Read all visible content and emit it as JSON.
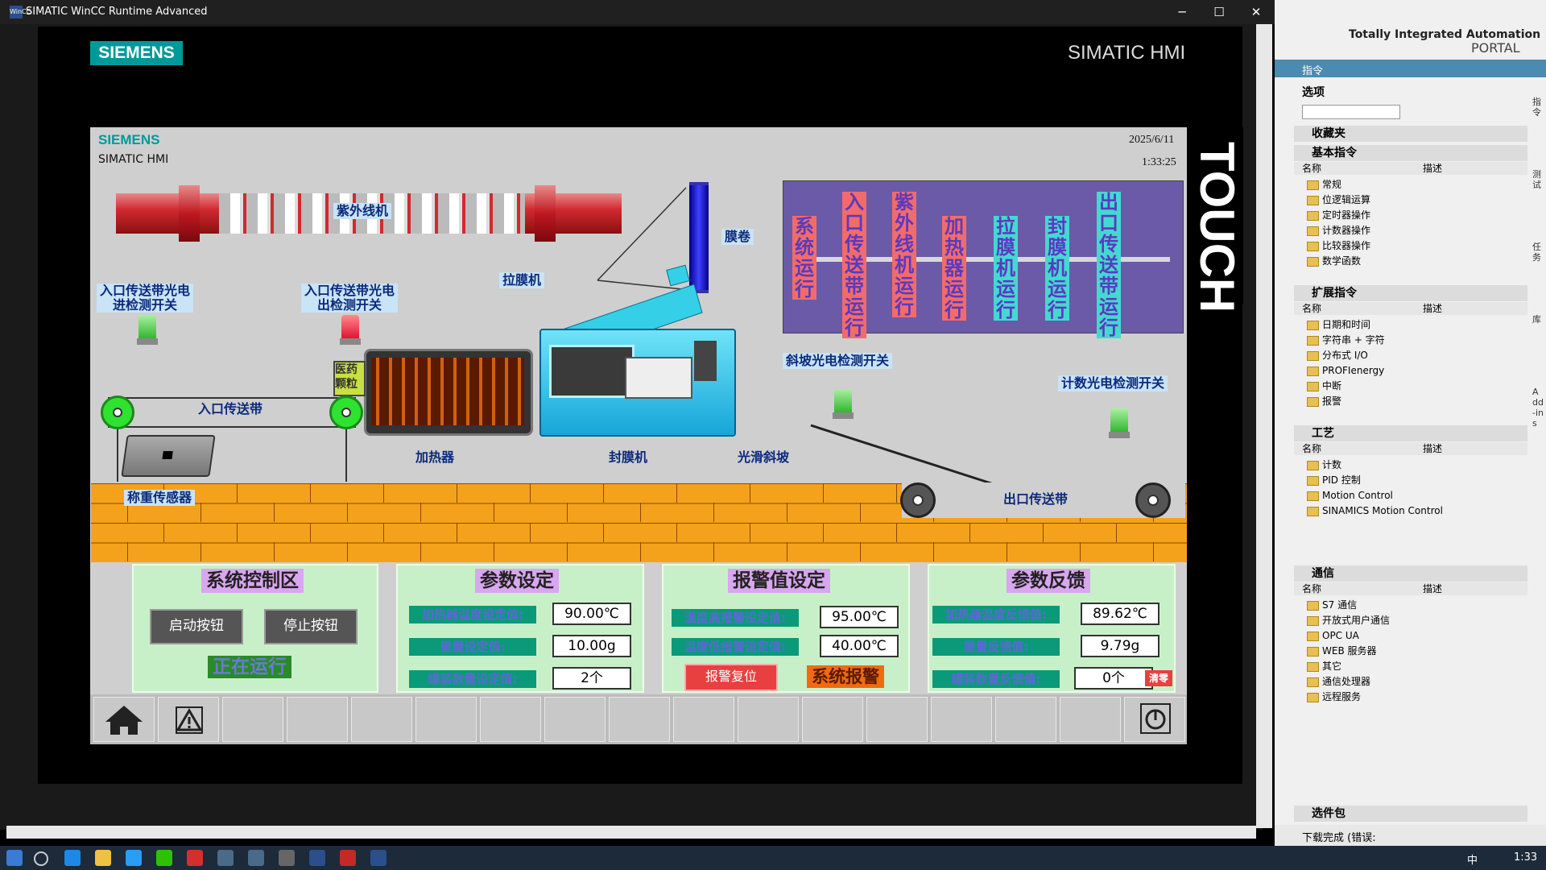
{
  "window": {
    "title": "SIMATIC WinCC Runtime Advanced",
    "app_icon": "wincc-icon",
    "minimize": "─",
    "maximize": "☐",
    "close": "✕"
  },
  "hmi": {
    "brand": "SIEMENS",
    "product": "SIMATIC HMI",
    "touch_text": "TOUCH"
  },
  "screen": {
    "brand_small": "SIEMENS",
    "product_small": "SIMATIC HMI",
    "date": "2025/6/11",
    "time": "1:33:25",
    "labels": {
      "uv_machine": "紫外线机",
      "film_roll": "膜卷",
      "film_stretcher": "拉膜机",
      "entry_sensor_in": "入口传送带光电\n进检测开关",
      "entry_sensor_out": "入口传送带光电\n出检测开关",
      "slope_sensor": "斜坡光电检测开关",
      "count_sensor": "计数光电检测开关",
      "entry_conveyor": "入口传送带",
      "heater": "加热器",
      "sealer": "封膜机",
      "smooth_slope": "光滑斜坡",
      "weight_sensor": "称重传感器",
      "exit_conveyor": "出口传送带",
      "med_label": "医药\n颗粒"
    },
    "status_columns": [
      {
        "text": "系统运行",
        "color": "#f26b6b"
      },
      {
        "text": "入口传送带运行",
        "color": "#f26b6b"
      },
      {
        "text": "紫外线机运行",
        "color": "#f26b6b"
      },
      {
        "text": "加热器运行",
        "color": "#f26b6b"
      },
      {
        "text": "拉膜机运行",
        "color": "#44d9d0"
      },
      {
        "text": "封膜机运行",
        "color": "#44d9d0"
      },
      {
        "text": "出口传送带运行",
        "color": "#44d9d0"
      }
    ]
  },
  "panels": {
    "control": {
      "title": "系统控制区",
      "start": "启动按钮",
      "stop": "停止按钮",
      "status": "正在运行"
    },
    "params": {
      "title": "参数设定",
      "rows": [
        {
          "label": "加热器温度设定值:",
          "value": "90.00℃"
        },
        {
          "label": "重量设定值:",
          "value": "10.00g"
        },
        {
          "label": "罐装数量设定值:",
          "value": "2个"
        }
      ]
    },
    "alarm": {
      "title": "报警值设定",
      "rows": [
        {
          "label": "温度高报警设定值:",
          "value": "95.00℃"
        },
        {
          "label": "温度低报警设定值:",
          "value": "40.00℃"
        }
      ],
      "reset": "报警复位",
      "system_alarm": "系统报警"
    },
    "feedback": {
      "title": "参数反馈",
      "rows": [
        {
          "label": "加热器温度反馈值:",
          "value": "89.62℃"
        },
        {
          "label": "重量反馈值:",
          "value": "9.79g"
        },
        {
          "label": "罐装数量反馈值:",
          "value": "0个"
        }
      ],
      "clear": "清零"
    }
  },
  "portal": {
    "header1": "Totally Integrated Automation",
    "header2": "PORTAL",
    "pane_title": "指令",
    "options": "选项",
    "favorites": "收藏夹",
    "basic": "基本指令",
    "col_name": "名称",
    "col_desc": "描述",
    "basic_items": [
      "常规",
      "位逻辑运算",
      "定时器操作",
      "计数器操作",
      "比较器操作",
      "数学函数"
    ],
    "extended": "扩展指令",
    "extended_items": [
      "日期和时间",
      "字符串 + 字符",
      "分布式 I/O",
      "PROFIenergy",
      "中断",
      "报警"
    ],
    "technology": "工艺",
    "technology_items": [
      "计数",
      "PID 控制",
      "Motion Control",
      "SINAMICS Motion Control"
    ],
    "communication": "通信",
    "communication_items": [
      "S7 通信",
      "开放式用户通信",
      "OPC UA",
      "WEB 服务器",
      "其它",
      "通信处理器",
      "远程服务"
    ],
    "packages": "选件包",
    "side_tabs": [
      "指令",
      "测试",
      "任务",
      "库",
      "Add-ins"
    ]
  },
  "taskbar": {
    "download_status": "下载完成 (错误:",
    "ime": "中",
    "clock": "1:33"
  }
}
